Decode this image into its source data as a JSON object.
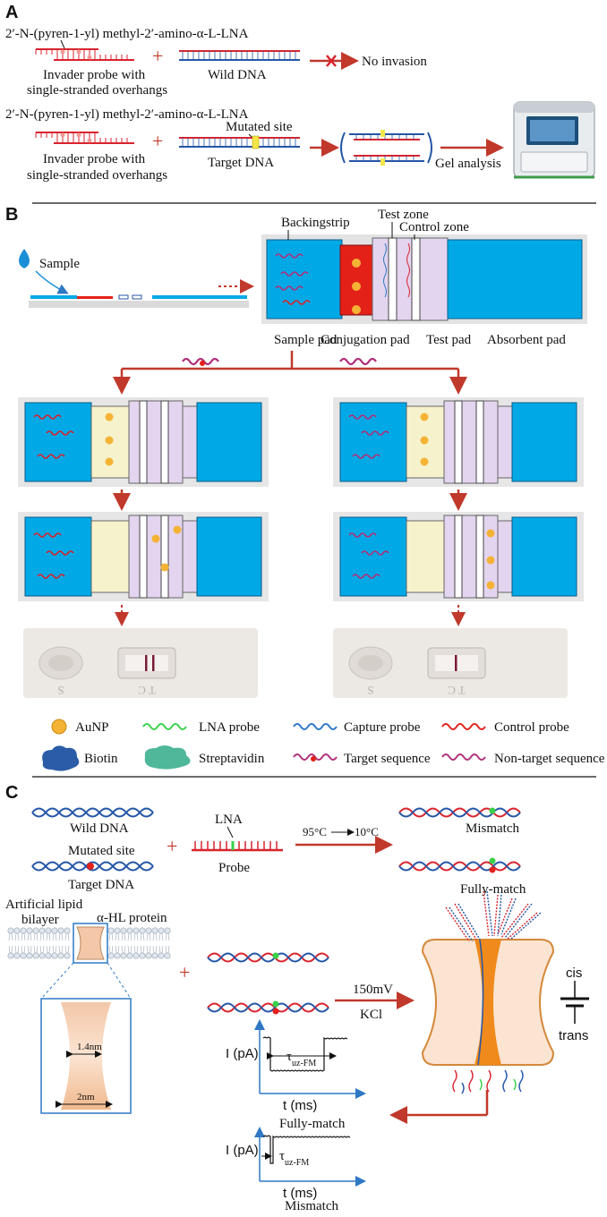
{
  "panels": {
    "a": "A",
    "b": "B",
    "c": "C"
  },
  "panel_a": {
    "probe_name_1": "2′-N-(pyren-1-yl) methyl-2′-amino-α-L-LNA",
    "probe_label_1a": "Invader probe with",
    "probe_label_1b": "single-stranded overhangs",
    "wild_dna": "Wild DNA",
    "no_invasion": "No invasion",
    "probe_name_2": "2′-N-(pyren-1-yl) methyl-2′-amino-α-L-LNA",
    "mutated_site": "Mutated site",
    "probe_label_2a": "Invader probe with",
    "probe_label_2b": "single-stranded overhangs",
    "target_dna": "Target DNA",
    "gel_analysis": "Gel analysis",
    "plus": "+"
  },
  "panel_b": {
    "sample": "Sample",
    "backingstrip": "Backingstrip",
    "test_zone": "Test zone",
    "control_zone": "Control zone",
    "sample_pad": "Sample pad",
    "conjugation_pad": "Conjugation pad",
    "test_pad": "Test pad",
    "absorbent_pad": "Absorbent pad",
    "strip_mark_1": "S",
    "strip_mark_2": "T C",
    "legend": {
      "aunp": "AuNP",
      "lna_probe": "LNA probe",
      "capture_probe": "Capture probe",
      "control_probe": "Control probe",
      "biotin": "Biotin",
      "streptavidin": "Streptavidin",
      "target_sequence": "Target sequence",
      "non_target_sequence": "Non-target sequence"
    }
  },
  "panel_c": {
    "wild_dna": "Wild DNA",
    "mutated_site": "Mutated site",
    "target_dna": "Target DNA",
    "lna": "LNA",
    "probe": "Probe",
    "temp_from": "95°C",
    "temp_to": "10°C",
    "mismatch": "Mismatch",
    "fully_match": "Fully-match",
    "lipid_bilayer_1": "Artificial lipid",
    "lipid_bilayer_2": "bilayer",
    "ahl_protein": "α-HL protein",
    "pore_wide": "2nm",
    "pore_narrow": "1.4nm",
    "voltage": "150mV",
    "salt": "KCl",
    "cis": "cis",
    "trans": "trans",
    "current_axis": "I (pA)",
    "time_axis": "t (ms)",
    "tau": "τ",
    "tau_sub": "uz-FM",
    "trace_fm_caption": "Fully-match",
    "trace_mm_caption": "Mismatch",
    "plus": "+"
  },
  "colors": {
    "accent_red": "#c0392b",
    "dna_red": "#d9232e",
    "dna_blue": "#2456a6",
    "pad_blue": "#00a9e6",
    "pad_purple": "#e3d4ef",
    "pad_yellow": "#f6f2cc",
    "aunp": "#f5b335",
    "conj_red": "#e32119"
  }
}
